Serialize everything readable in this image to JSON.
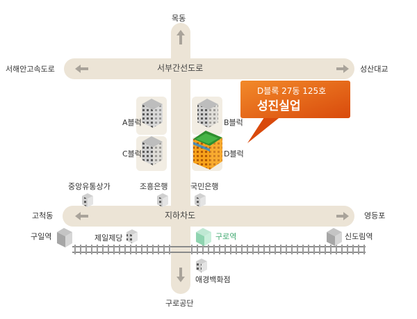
{
  "roads": {
    "top_road": "서부간선도로",
    "bottom_road": "지하차도"
  },
  "directions": {
    "north": "목동",
    "south": "구로공단",
    "top_west": "서해안고속도로",
    "top_east": "성산대교",
    "bottom_west": "고척동",
    "bottom_east": "영등포"
  },
  "blocks": {
    "a": "A블럭",
    "b": "B블럭",
    "c": "C블럭",
    "d": "D블럭"
  },
  "landmarks": {
    "jungang": "중앙유통상가",
    "johung": "조흥은행",
    "kookmin": "국민은행",
    "jeil": "제일제당",
    "aekyung": "애경백화점"
  },
  "stations": {
    "guil": "구일역",
    "guro": "구로역",
    "sindorim": "신도림역"
  },
  "callout": {
    "line1": "D블록 27동 125호",
    "line2": "성진실업"
  },
  "colors": {
    "road": "#ece4d6",
    "arrow": "#a9a39a",
    "callout": "#e35f12",
    "target_building": "#f7a21b",
    "station_green": "#3fa86f"
  }
}
